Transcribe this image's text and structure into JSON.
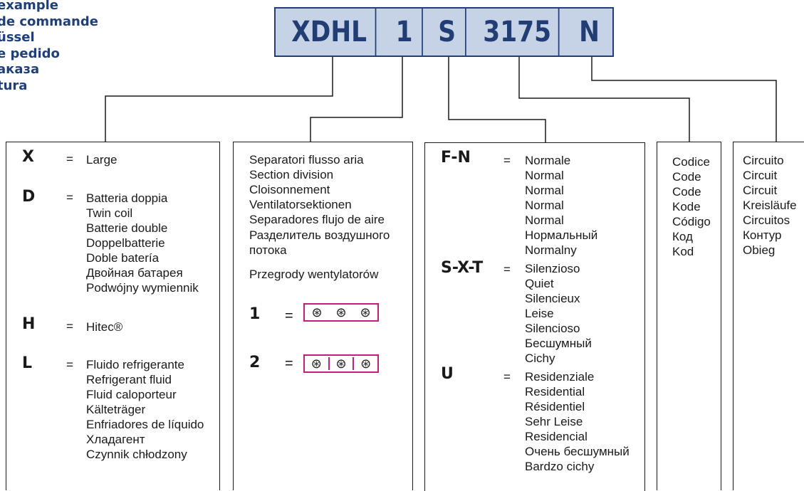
{
  "legend": [
    "example",
    "de commande",
    "üssel",
    "e pedido",
    "аказа",
    "tura"
  ],
  "code": [
    "XDHL",
    "1",
    "S",
    "3175",
    "N"
  ],
  "box1": {
    "x": {
      "key": "X",
      "eq": "=",
      "lines": [
        "Large"
      ]
    },
    "d": {
      "key": "D",
      "eq": "=",
      "lines": [
        "Batteria doppia",
        "Twin coil",
        "Batterie double",
        "Doppelbatterie",
        "Doble batería",
        "Двойная батарея",
        "Podwójny wymiennik"
      ]
    },
    "h": {
      "key": "H",
      "eq": "=",
      "lines": [
        "Hitec®"
      ]
    },
    "l": {
      "key": "L",
      "eq": "=",
      "lines": [
        "Fluido refrigerante",
        "Refrigerant fluid",
        "Fluid caloporteur",
        "Kälteträger",
        "Enfriadores de líquido",
        "Хладагент",
        "Czynnik chłodzony"
      ]
    }
  },
  "box2": {
    "lines": [
      "Separatori flusso aria",
      "Section division",
      "Cloisonnement",
      "Ventilatorsektionen",
      "Separadores flujo de aire"
    ],
    "ru": [
      "Разделитель воздушного",
      "потока"
    ],
    "pl": "Przegrody wentylatorów",
    "opt1": {
      "key": "1",
      "eq": "="
    },
    "opt2": {
      "key": "2",
      "eq": "="
    },
    "fan_glyph": "⊛"
  },
  "box3": {
    "fn": {
      "key": "F-N",
      "eq": "=",
      "lines": [
        "Normale",
        "Normal",
        "Normal",
        "Normal",
        "Normal",
        "Нормальный",
        "Normalny"
      ]
    },
    "sxt": {
      "key": "S-X-T",
      "eq": "=",
      "lines": [
        "Silenzioso",
        "Quiet",
        "Silencieux",
        "Leise",
        "Silencioso",
        "Бесшумный",
        "Cichy"
      ]
    },
    "u": {
      "key": "U",
      "eq": "=",
      "lines": [
        "Residenziale",
        "Residential",
        "Résidentiel",
        "Sehr Leise",
        "Residencial",
        "Очень бесшумный",
        "Bardzo cichy"
      ]
    }
  },
  "box4": {
    "lines": [
      "Codice",
      "Code",
      "Code",
      "Kode",
      "Código",
      "Код",
      "Kod"
    ]
  },
  "box5": {
    "lines": [
      "Circuito",
      "Circuit",
      "Circuit",
      "Kreisläufe",
      "Circuitos",
      "Контур",
      "Obieg"
    ]
  },
  "colors": {
    "code_fill": "#c6d3e7",
    "code_text": "#223c74",
    "legend": "#1f3f78",
    "fan_border": "#c0207a"
  }
}
